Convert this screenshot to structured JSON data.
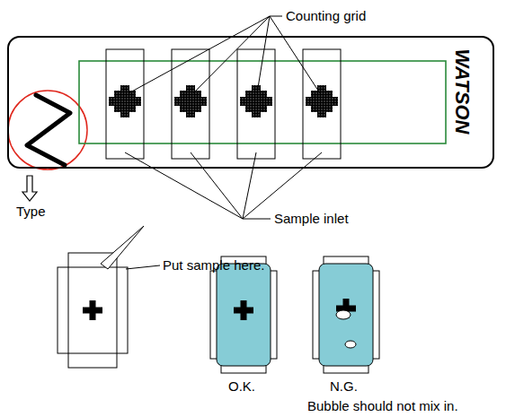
{
  "diagram": {
    "nodes": [
      {
        "text": [
          "WATSON"
        ]
      }
    ],
    "labels": [
      "Counting grid",
      "Type",
      "Sample inlet",
      "Put sample here.",
      "O.K.",
      "N.G.",
      "Bubble should not mix in."
    ]
  }
}
